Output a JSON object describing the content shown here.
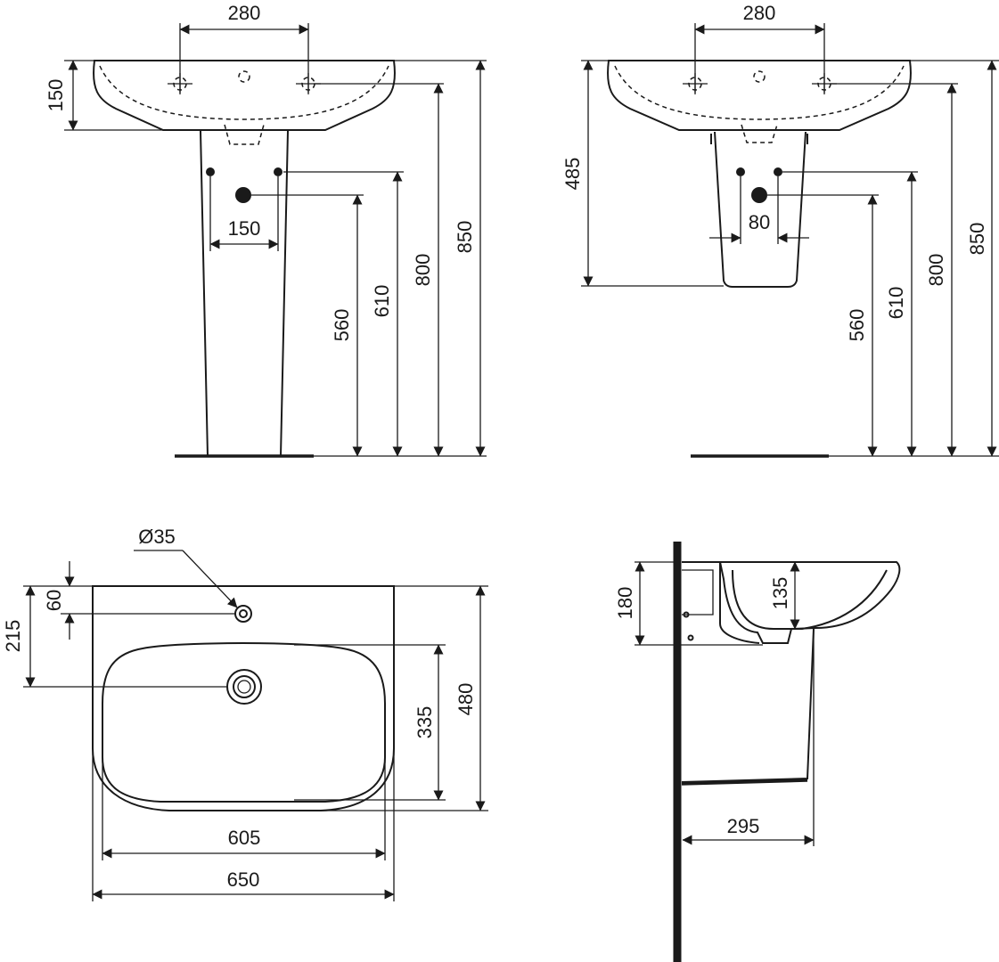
{
  "views": {
    "pedestal_front": {
      "tap_spacing": "280",
      "basin_height": "150",
      "pipe_spacing": "150",
      "waste_height": "560",
      "supply_height": "610",
      "basin_underside": "800",
      "rim_height": "850"
    },
    "semi_pedestal_front": {
      "tap_spacing": "280",
      "semi_pedestal_drop": "485",
      "pipe_spacing": "80",
      "waste_height": "560",
      "supply_height": "610",
      "basin_underside": "800",
      "rim_height": "850"
    },
    "plan": {
      "tap_hole": "Ø35",
      "tap_hole_offset": "60",
      "waste_offset": "215",
      "bowl_depth": "335",
      "overall_depth": "480",
      "bowl_width": "605",
      "overall_width": "650"
    },
    "side": {
      "basin_side_height": "180",
      "bowl_height": "135",
      "projection": "295"
    }
  },
  "colors": {
    "line": "#1a1a1a",
    "background": "#ffffff"
  }
}
